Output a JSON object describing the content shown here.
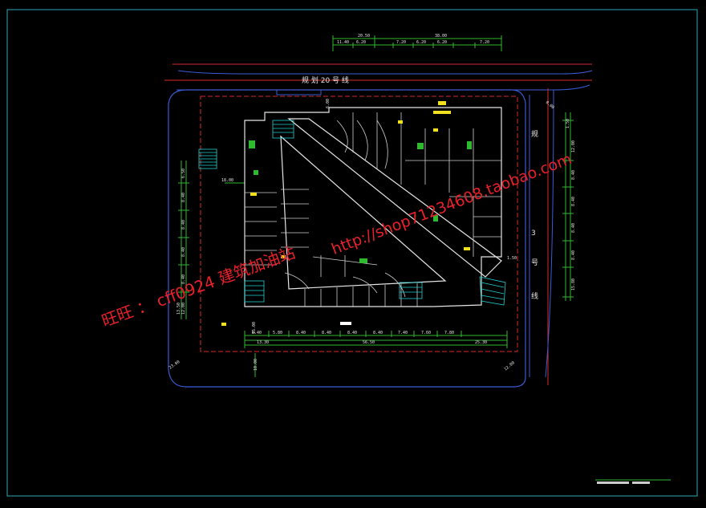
{
  "road_north": {
    "label": "规   划   20   号   线"
  },
  "road_east": {
    "chars": [
      "规",
      "3",
      "号",
      "线"
    ]
  },
  "top_dims": {
    "total_left": "20.50",
    "total_right": "38.00",
    "segments": [
      "11.40",
      "6.20",
      "7.20",
      "6.20",
      "6.20",
      "7.20"
    ]
  },
  "bottom_dims": {
    "segments": [
      "8.40",
      "5.80",
      "8.40",
      "8.40",
      "8.40",
      "8.40",
      "7.40",
      "7.60",
      "7.80"
    ],
    "totals": [
      "13.30",
      "56.50",
      "25.30"
    ]
  },
  "left_dims": [
    "6.50",
    "8.40",
    "8.40",
    "8.40",
    "8.40",
    "12.00",
    "13.50"
  ],
  "right_dims": [
    "1.50",
    "12.00",
    "8.40",
    "8.40",
    "8.40",
    "8.40",
    "15.80"
  ],
  "other_labels": [
    "18.00",
    "1.50",
    "6.00",
    "15.00",
    "10.00",
    "23.00",
    "12.00",
    "0.00"
  ],
  "watermarks": {
    "left": "旺旺 ： cff0924  建筑加油站",
    "right": "http://shop71234608.taobao.com"
  },
  "colors": {
    "background": "#000000",
    "frame": "#2fa9b8",
    "road": "#3a5bd8",
    "building": "#e6e6e6",
    "grid": "#2fb92f",
    "red_line": "#d82a2a",
    "yellow": "#f0e020",
    "cyan": "#22d0d0",
    "watermark": "#e8202a"
  }
}
